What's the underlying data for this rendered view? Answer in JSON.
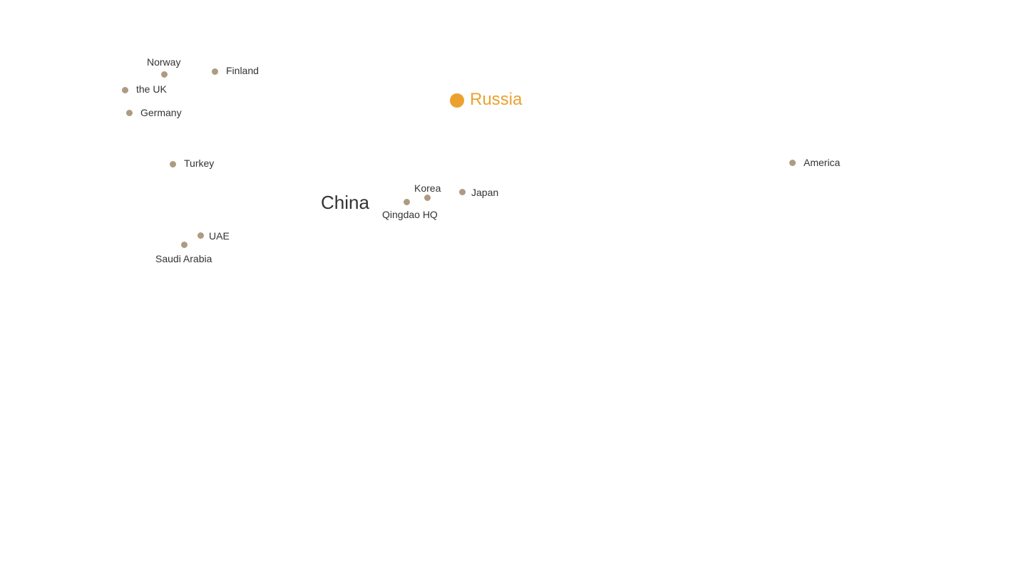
{
  "colors": {
    "marker": "#ad9b83",
    "highlight": "#eca12f",
    "text": "#333333"
  },
  "map": {
    "region_label": "China",
    "locations": [
      {
        "id": "norway",
        "name": "Norway"
      },
      {
        "id": "finland",
        "name": "Finland"
      },
      {
        "id": "the-uk",
        "name": "the UK"
      },
      {
        "id": "germany",
        "name": "Germany"
      },
      {
        "id": "russia",
        "name": "Russia",
        "highlighted": true
      },
      {
        "id": "turkey",
        "name": "Turkey"
      },
      {
        "id": "america",
        "name": "America"
      },
      {
        "id": "korea",
        "name": "Korea"
      },
      {
        "id": "japan",
        "name": "Japan"
      },
      {
        "id": "qingdao-hq",
        "name": "Qingdao HQ"
      },
      {
        "id": "uae",
        "name": "UAE"
      },
      {
        "id": "saudi-arabia",
        "name": "Saudi Arabia"
      }
    ]
  }
}
